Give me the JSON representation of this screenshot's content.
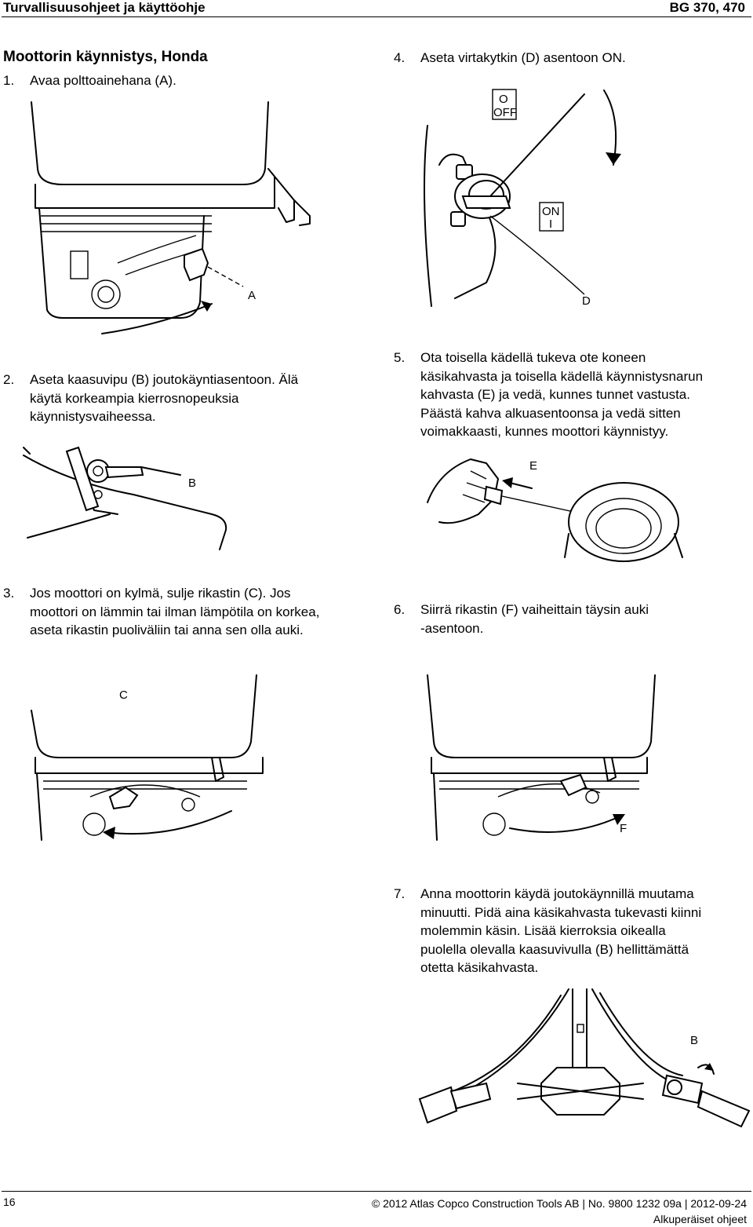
{
  "header": {
    "title": "Turvallisuusohjeet ja käyttöohje",
    "model": "BG 370, 470"
  },
  "section": {
    "title": "Moottorin käynnistys, Honda"
  },
  "steps": {
    "s1": {
      "num": "1.",
      "text": "Avaa polttoainehana (A)."
    },
    "s2": {
      "num": "2.",
      "lines": [
        "Aseta kaasuvipu (B) joutokäyntiasentoon. Älä",
        "käytä korkeampia kierrosnopeuksia",
        "käynnistysvaiheessa."
      ]
    },
    "s3": {
      "num": "3.",
      "lines": [
        "Jos moottori on kylmä, sulje rikastin (C). Jos",
        "moottori on lämmin tai ilman lämpötila on korkea,",
        "aseta rikastin puoliväliin tai anna sen olla auki."
      ]
    },
    "s4": {
      "num": "4.",
      "text": "Aseta virtakytkin (D) asentoon ON."
    },
    "s5": {
      "num": "5.",
      "lines": [
        "Ota toisella kädellä tukeva ote koneen",
        "käsikahvasta ja toisella kädellä käynnistysnarun",
        "kahvasta (E) ja vedä, kunnes tunnet vastusta.",
        "Päästä kahva alkuasentoonsa ja vedä sitten",
        "voimakkaasti, kunnes moottori käynnistyy."
      ]
    },
    "s6": {
      "num": "6.",
      "lines": [
        "Siirrä rikastin (F) vaiheittain täysin auki",
        "-asentoon."
      ]
    },
    "s7": {
      "num": "7.",
      "lines": [
        "Anna moottorin käydä joutokäynnillä muutama",
        "minuutti. Pidä aina käsikahvasta tukevasti kiinni",
        "molemmin käsin. Lisää kierroksia oikealla",
        "puolella olevalla kaasuvivulla (B) hellittämättä",
        "otetta käsikahvasta."
      ]
    }
  },
  "figures": {
    "fuel_valve": {
      "label": "A"
    },
    "ignition": {
      "off_label_1": "O",
      "off_label_2": "OFF",
      "on_label_1": "ON",
      "on_label_2": "I",
      "label": "D"
    },
    "throttle": {
      "label": "B"
    },
    "starter": {
      "label": "E"
    },
    "choke_closed": {
      "label": "C"
    },
    "choke_open": {
      "label": "F"
    },
    "handles": {
      "label": "B"
    }
  },
  "footer": {
    "page": "16",
    "copyright": "© 2012 Atlas Copco Construction Tools AB | No. 9800 1232 09a | 2012-09-24",
    "language": "Alkuperäiset ohjeet"
  }
}
